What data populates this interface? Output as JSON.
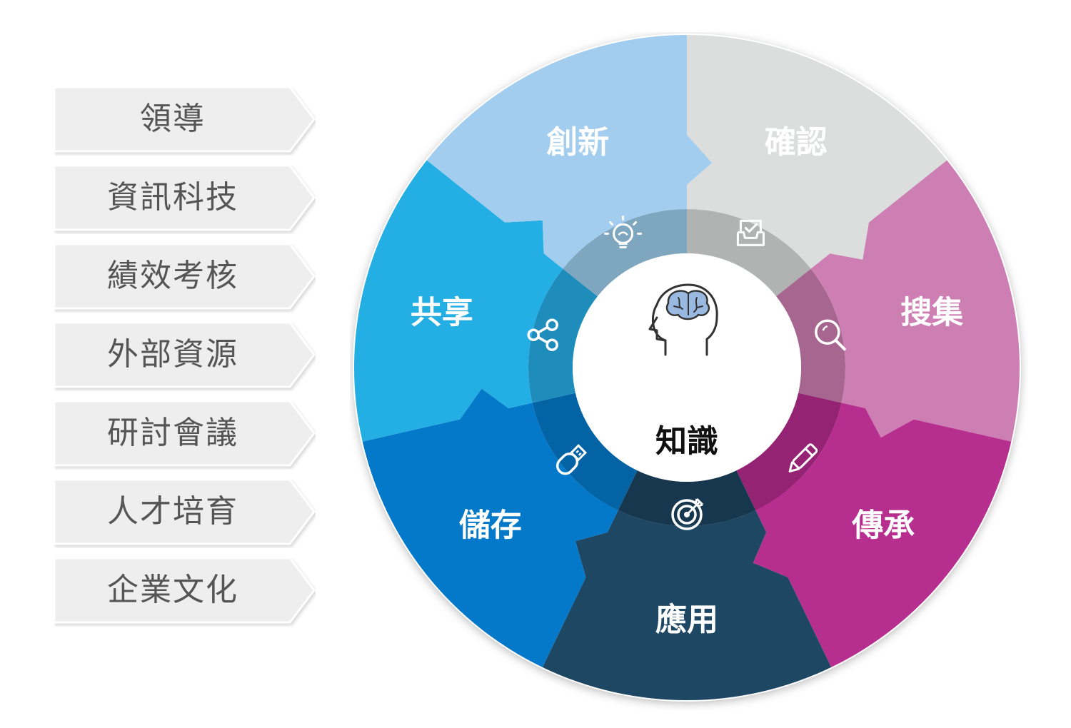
{
  "side_list": {
    "items": [
      "領導",
      "資訊科技",
      "績效考核",
      "外部資源",
      "研討會議",
      "人才培育",
      "企業文化"
    ]
  },
  "wheel": {
    "center_label": "知識",
    "center_icon": "brain-head-icon",
    "segments": [
      {
        "label": "確認",
        "color": "#dcdddd",
        "inner_color": "#b1b2b2",
        "icon": "inbox-check-icon"
      },
      {
        "label": "搜集",
        "color": "#cd7fb4",
        "inner_color": "#a6668f",
        "icon": "magnifier-icon"
      },
      {
        "label": "傳承",
        "color": "#b72f8e",
        "inner_color": "#942373",
        "icon": "pen-icon"
      },
      {
        "label": "應用",
        "color": "#1e4764",
        "inner_color": "#17374e",
        "icon": "target-icon"
      },
      {
        "label": "儲存",
        "color": "#0579c9",
        "inner_color": "#0463a4",
        "icon": "usb-drive-icon"
      },
      {
        "label": "共享",
        "color": "#23aee4",
        "inner_color": "#1e8dbb",
        "icon": "share-icon"
      },
      {
        "label": "創新",
        "color": "#a2cdee",
        "inner_color": "#7fa6bf",
        "icon": "lightbulb-icon"
      }
    ]
  }
}
